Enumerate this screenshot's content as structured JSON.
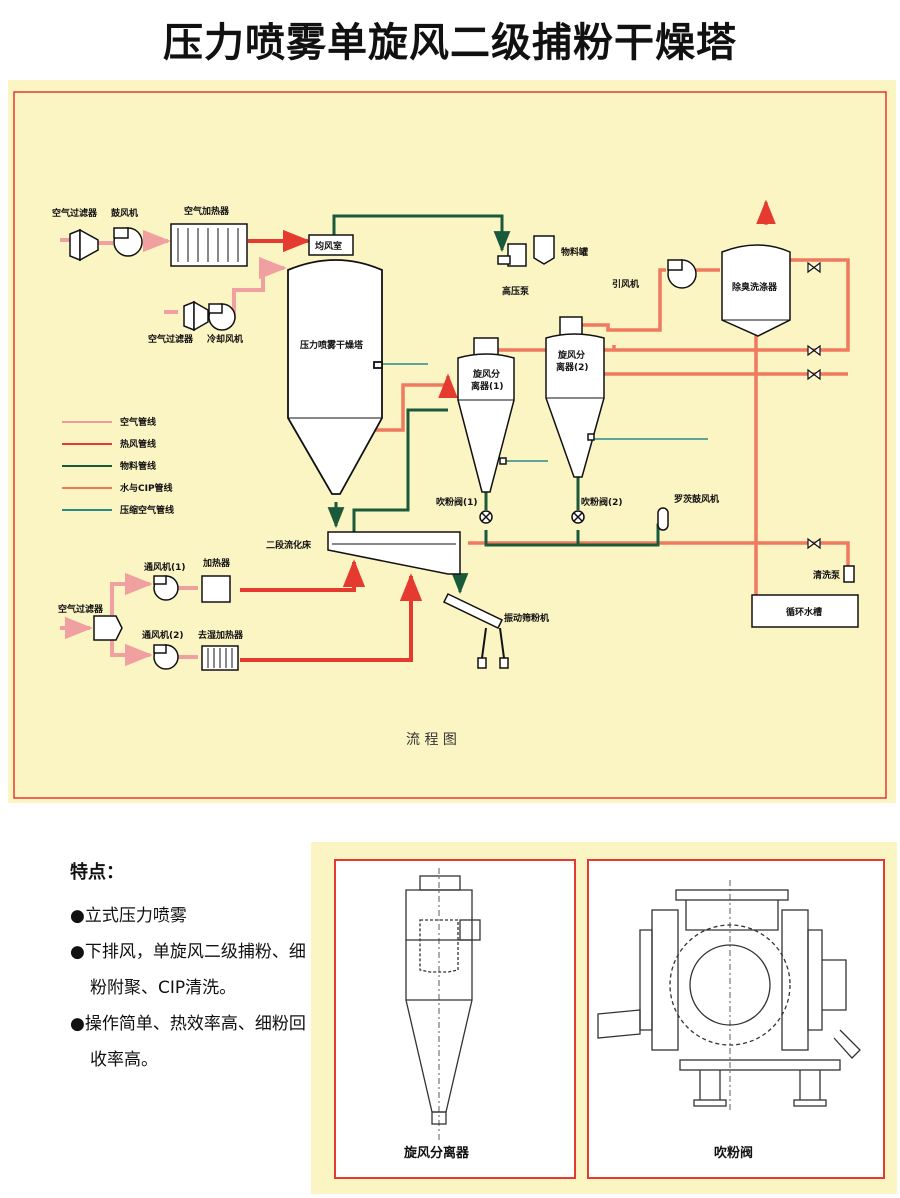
{
  "title": "压力喷雾单旋风二级捕粉干燥塔",
  "diagram": {
    "caption": "流 程 图",
    "labels": {
      "air_filter_1": "空气过滤器",
      "blower": "鼓风机",
      "air_heater": "空气加热器",
      "air_chamber": "均风室",
      "high_pressure_pump": "高压泵",
      "material_tank": "物料罐",
      "air_filter_2": "空气过滤器",
      "cooling_fan": "冷却风机",
      "dryer_tower": "压力喷雾干燥塔",
      "cyclone_1": [
        "旋风分",
        "离器(1)"
      ],
      "cyclone_2": [
        "旋风分",
        "离器(2)"
      ],
      "induced_fan": "引风机",
      "deodor_scrubber": "除臭洗涤器",
      "blow_valve_1": "吹粉阀(1)",
      "blow_valve_2": "吹粉阀(2)",
      "roots_blower": "罗茨鼓风机",
      "fluid_bed": "二段流化床",
      "fan_1": "通风机(1)",
      "heater": "加热器",
      "air_filter_3": "空气过滤器",
      "fan_2": "通风机(2)",
      "dehumid_heater": "去湿加热器",
      "vibrating_sieve": "振动筛粉机",
      "cleaning_pump": "清洗泵",
      "water_tank": "循环水槽"
    },
    "legend": [
      {
        "label": "空气管线",
        "color": "#f39a9a"
      },
      {
        "label": "热风管线",
        "color": "#e53a2f"
      },
      {
        "label": "物料管线",
        "color": "#1a5a3a"
      },
      {
        "label": "水与CIP管线",
        "color": "#f07a4a"
      },
      {
        "label": "压缩空气管线",
        "color": "#2a8a8a"
      }
    ]
  },
  "features": {
    "title": "特点：",
    "items": [
      "●立式压力喷雾",
      "●下排风，单旋风二级捕粉、细粉附聚、CIP清洗。",
      "●操作简单、热效率高、细粉回收率高。"
    ]
  },
  "images": {
    "cyclone_caption": "旋风分离器",
    "valve_caption": "吹粉阀"
  }
}
